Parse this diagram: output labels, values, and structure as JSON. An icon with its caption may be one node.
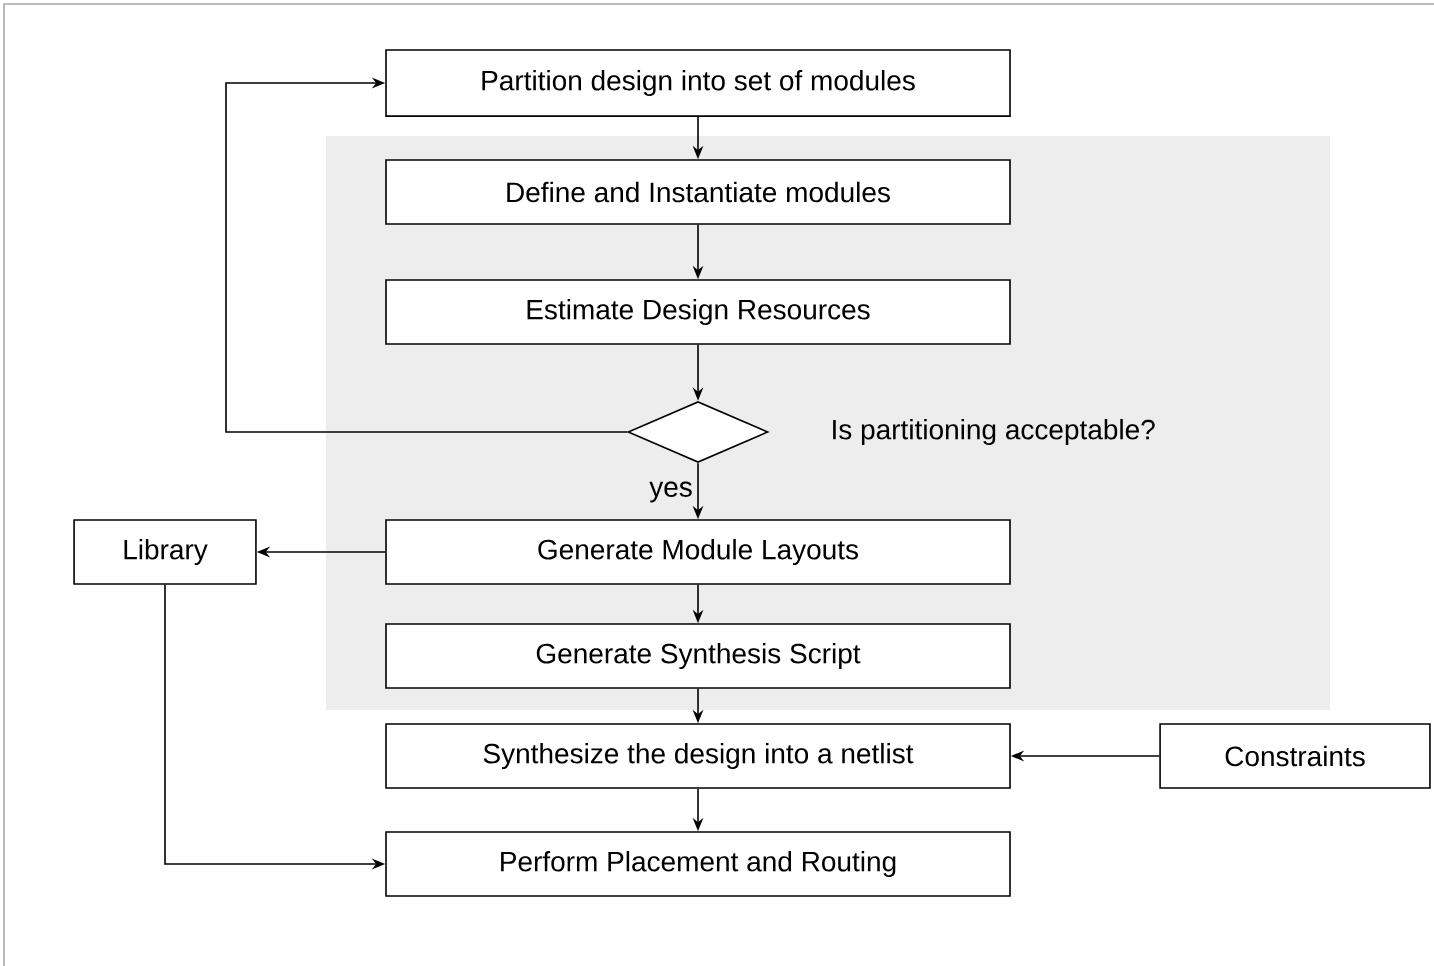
{
  "diagram": {
    "nodes": [
      {
        "text": [],
        "shape": "box"
      },
      {
        "text": [
          "Partition design into set of modules"
        ]
      },
      {
        "text": [
          "Define and Instantiate modules"
        ],
        "in": 0
      },
      {
        "text": [
          "Estimate Design Resources"
        ],
        "in": 0
      },
      {
        "text": [],
        "shape": "diamond",
        "in": 0
      },
      {
        "text": [
          "Generate Module Layouts"
        ],
        "in": 0
      },
      {
        "text": [
          "Generate Synthesis Script"
        ],
        "in": 0
      },
      {
        "text": [
          "Library"
        ]
      },
      {
        "text": [
          "Synthesize the design into a netlist"
        ]
      },
      {
        "text": [
          "Constraints"
        ]
      },
      {
        "text": [
          "Perform Placement and Routing"
        ]
      }
    ],
    "edges": [
      {
        "from": 1,
        "to": 2,
        "arrow": "to"
      },
      {
        "from": 2,
        "to": 3,
        "arrow": "to"
      },
      {
        "from": 3,
        "to": 4,
        "arrow": "to"
      },
      {
        "from": 4,
        "to": 1,
        "arrow": "to"
      },
      {
        "from": 4,
        "to": 5,
        "arrow": "to",
        "label": "yes"
      },
      {
        "from": 5,
        "to": 7,
        "arrow": "to"
      },
      {
        "from": 5,
        "to": 6,
        "arrow": "to"
      },
      {
        "from": 6,
        "to": 8,
        "arrow": "to"
      },
      {
        "from": 9,
        "to": 8,
        "arrow": "to"
      },
      {
        "from": 8,
        "to": 10,
        "arrow": "to"
      },
      {
        "from": 7,
        "to": 10,
        "arrow": "to"
      }
    ],
    "labels": [
      "Is partitioning acceptable?"
    ]
  }
}
